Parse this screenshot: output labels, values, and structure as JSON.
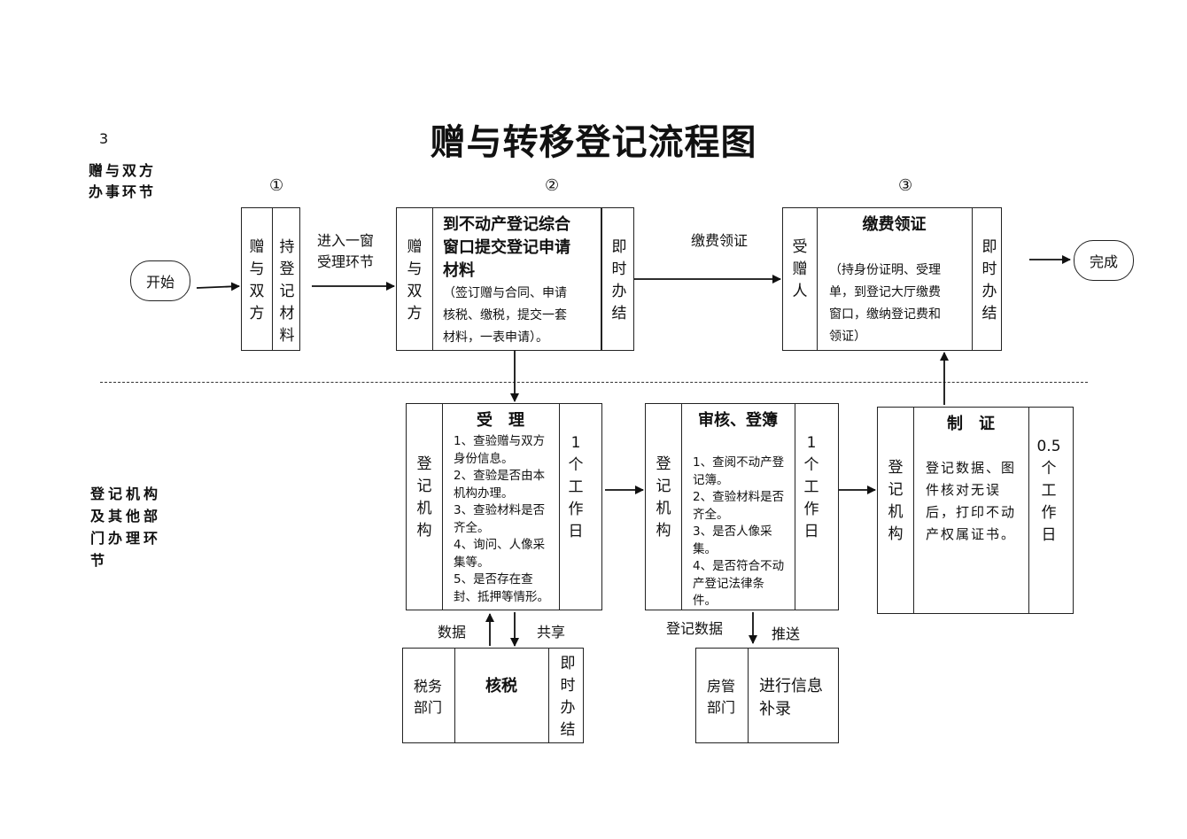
{
  "page_number": "3",
  "title": "赠与转移登记流程图",
  "lanes": {
    "top": "赠与双方\n办事环节",
    "bottom": "登记机构\n及其他部\n门办理环\n节"
  },
  "step_numbers": [
    "①",
    "②",
    "③"
  ],
  "start": "开始",
  "end": "完成",
  "step1": {
    "left": "赠\n与\n双\n方",
    "right": "持\n登\n记\n材\n料"
  },
  "edge_label_1": "进入一窗\n受理环节",
  "step2": {
    "left": "赠\n与\n双\n方",
    "title": "到不动产登记综合\n窗口提交登记申请\n材料",
    "desc": "（签订赠与合同、申请\n核税、缴税，提交一套\n材料，一表申请）。",
    "right": "即\n时\n办\n结"
  },
  "edge_label_2": "缴费领证",
  "step3": {
    "left": "受\n赠\n人",
    "title": "缴费领证",
    "desc": "（持身份证明、受理\n单，到登记大厅缴费\n窗口，缴纳登记费和\n领证）",
    "right": "即\n时\n办\n结"
  },
  "accept": {
    "left": "登\n记\n机\n构",
    "title": "受　理",
    "desc": "1、查验赠与双方\n身份信息。\n2、查验是否由本\n机构办理。\n3、查验材料是否\n齐全。\n4、询问、人像采\n集等。\n5、是否存在查\n封、抵押等情形。",
    "right": "1\n个\n工\n作\n日"
  },
  "review": {
    "left": "登\n记\n机\n构",
    "title": "审核、登簿",
    "desc": "1、查阅不动产登\n记簿。\n2、查验材料是否\n齐全。\n3、是否人像采\n集。\n4、是否符合不动\n产登记法律条\n件。",
    "right": "1\n个\n工\n作\n日"
  },
  "issue": {
    "left": "登\n记\n机\n构",
    "title": "制　证",
    "desc": "登记数据、图\n件核对无误\n后，打印不动\n产权属证书。",
    "right": "0.5\n个\n工\n作\n日"
  },
  "tax": {
    "left": "税务\n部门",
    "title": "核税",
    "right": "即\n时\n办\n结"
  },
  "edge_label_data": "数据",
  "edge_label_share": "共享",
  "housing": {
    "left": "房管\n部门",
    "title": "进行信息\n补录"
  },
  "edge_label_regdata": "登记数据",
  "edge_label_push": "推送"
}
